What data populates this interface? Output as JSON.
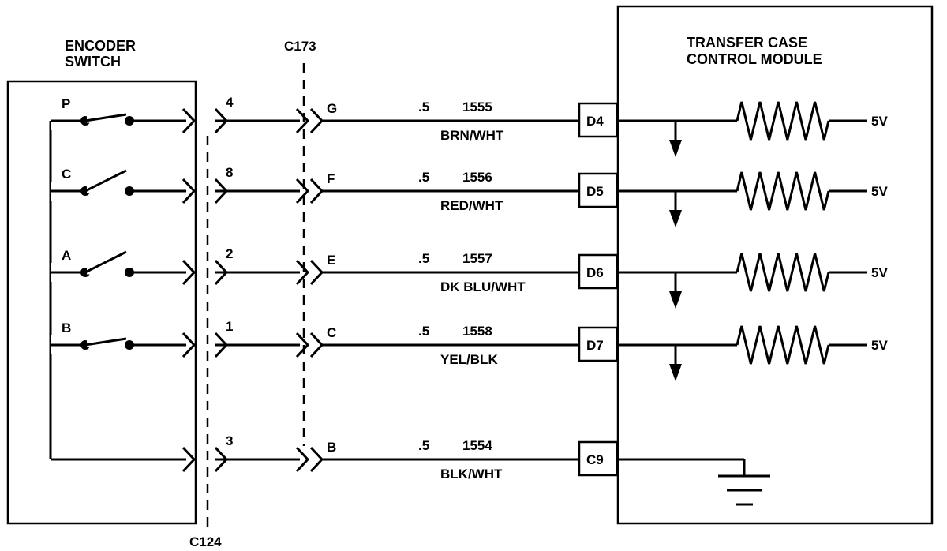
{
  "encoder_switch": {
    "title_line1": "ENCODER",
    "title_line2": "SWITCH"
  },
  "module": {
    "title_line1": "TRANSFER CASE",
    "title_line2": "CONTROL MODULE"
  },
  "connectors": {
    "c173": "C173",
    "c124": "C124"
  },
  "circuits": [
    {
      "switch": "P",
      "switch_closed": true,
      "pin_c124": "4",
      "pin_c173": "G",
      "gauge": ".5",
      "circuit": "1555",
      "color": "BRN/WHT",
      "module_pin": "D4",
      "pullup": "5V"
    },
    {
      "switch": "C",
      "switch_closed": false,
      "pin_c124": "8",
      "pin_c173": "F",
      "gauge": ".5",
      "circuit": "1556",
      "color": "RED/WHT",
      "module_pin": "D5",
      "pullup": "5V"
    },
    {
      "switch": "A",
      "switch_closed": false,
      "pin_c124": "2",
      "pin_c173": "E",
      "gauge": ".5",
      "circuit": "1557",
      "color": "DK BLU/WHT",
      "module_pin": "D6",
      "pullup": "5V"
    },
    {
      "switch": "B",
      "switch_closed": true,
      "pin_c124": "1",
      "pin_c173": "C",
      "gauge": ".5",
      "circuit": "1558",
      "color": "YEL/BLK",
      "module_pin": "D7",
      "pullup": "5V"
    },
    {
      "switch": "",
      "switch_closed": null,
      "pin_c124": "3",
      "pin_c173": "B",
      "gauge": ".5",
      "circuit": "1554",
      "color": "BLK/WHT",
      "module_pin": "C9",
      "pullup": ""
    }
  ]
}
